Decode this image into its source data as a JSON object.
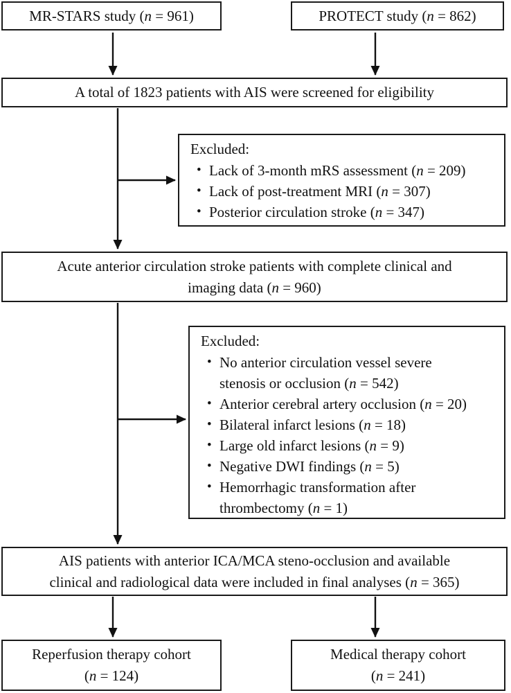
{
  "diagram": {
    "bullet_char": "•",
    "colors": {
      "border": "#1a1a1a",
      "text": "#111111",
      "background": "#ffffff",
      "arrow": "#111111"
    },
    "boxes": {
      "mr_stars": "MR-STARS study (n = 961)",
      "protect": "PROTECT study (n = 862)",
      "screened": "A total of 1823 patients with AIS were screened for eligibility",
      "excluded_after_screening": {
        "heading": "Excluded:",
        "items": [
          "Lack of 3-month mRS assessment (n = 209)",
          "Lack of post-treatment MRI (n = 307)",
          "Posterior circulation stroke (n = 347)"
        ]
      },
      "eligible": "Acute anterior circulation stroke patients with complete clinical and\nimaging data (n = 960)",
      "excluded_after_eligibility": {
        "heading": "Excluded:",
        "items": [
          "No anterior circulation vessel severe\nstenosis or occlusion (n = 542)",
          "Anterior cerebral artery occlusion (n = 20)",
          "Bilateral infarct lesions (n = 18)",
          "Large old infarct lesions (n = 9)",
          "Negative DWI findings (n = 5)",
          "Hemorrhagic transformation after\nthrombectomy (n = 1)"
        ]
      },
      "final_analysis": "AIS patients with anterior ICA/MCA steno-occlusion and available\nclinical and radiological data were included in final analyses (n = 365)",
      "reperfusion_cohort": "Reperfusion therapy cohort\n(n = 124)",
      "medical_cohort": "Medical therapy cohort\n(n = 241)"
    }
  }
}
